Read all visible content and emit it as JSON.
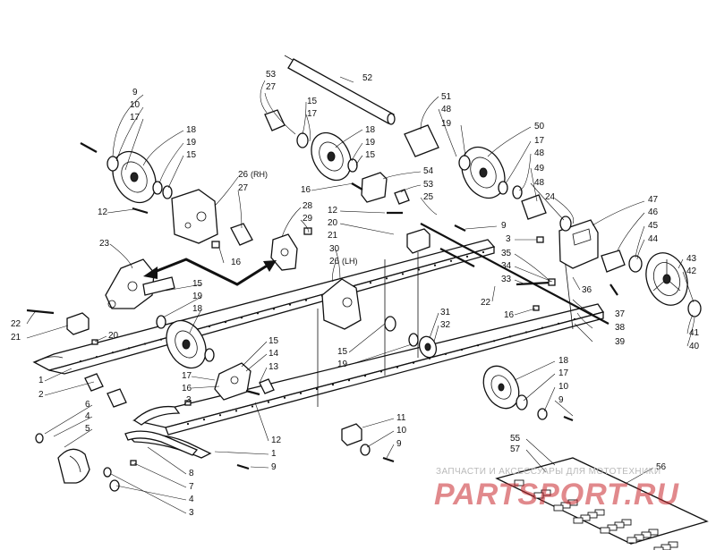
{
  "colors": {
    "line": "#111111",
    "watermark_text": "#b9b9b9",
    "watermark_logo": "#c8282d"
  },
  "callouts": {
    "c9a": "9",
    "c10a": "10",
    "c17a": "17",
    "c18a": "18",
    "c19a": "19",
    "c15a": "15",
    "c53a": "53",
    "c27a": "27",
    "c15b": "15",
    "c17b": "17",
    "c52": "52",
    "c51": "51",
    "c48a": "48",
    "c19b": "19",
    "c18b": "18",
    "c19c": "19",
    "c15c": "15",
    "c50": "50",
    "c17c": "17",
    "c48b": "48",
    "c49": "49",
    "c48c": "48",
    "c26rh": "26",
    "c27b": "27",
    "c54": "54",
    "c53b": "53",
    "c25": "25",
    "c16a": "16",
    "c12a": "12",
    "c24": "24",
    "c28": "28",
    "c29": "29",
    "c12b": "12",
    "c20a": "20",
    "c21a": "21",
    "c9b": "9",
    "c3a": "3",
    "c47": "47",
    "c46": "46",
    "c45": "45",
    "c44": "44",
    "c23": "23",
    "c16b": "16",
    "c30": "30",
    "c26ln": "26",
    "c35": "35",
    "c34": "34",
    "c33": "33",
    "c36": "36",
    "c43": "43",
    "c42": "42",
    "c15d": "15",
    "c19d": "19",
    "c18c": "18",
    "c22a": "22",
    "c21b": "21",
    "c20b": "20",
    "c22b": "22",
    "c16c": "16",
    "c37": "37",
    "c38": "38",
    "c39": "39",
    "c41": "41",
    "c40": "40",
    "c15e": "15",
    "c19e": "19",
    "c31": "31",
    "c32": "32",
    "c15f": "15",
    "c14": "14",
    "c13": "13",
    "c17d": "17",
    "c16d": "16",
    "c1a": "1",
    "c2": "2",
    "c18d": "18",
    "c17e": "17",
    "c10b": "10",
    "c9c": "9",
    "c3b": "3",
    "c6": "6",
    "c4a": "4",
    "c5": "5",
    "c12c": "12",
    "c11": "11",
    "c10c": "10",
    "c9d": "9",
    "c1b": "1",
    "c9e": "9",
    "c8": "8",
    "c7": "7",
    "c4b": "4",
    "c3c": "3",
    "c55": "55",
    "c57": "57",
    "c56": "56"
  },
  "side_tags": {
    "rh": "(RH)",
    "ln": "(LH)"
  },
  "watermark": {
    "text": "ЗАПЧАСТИ И АКСЕССУАРЫ ДЛЯ МОТОТЕХНИКИ",
    "logo": "PARTSPORT.RU"
  }
}
